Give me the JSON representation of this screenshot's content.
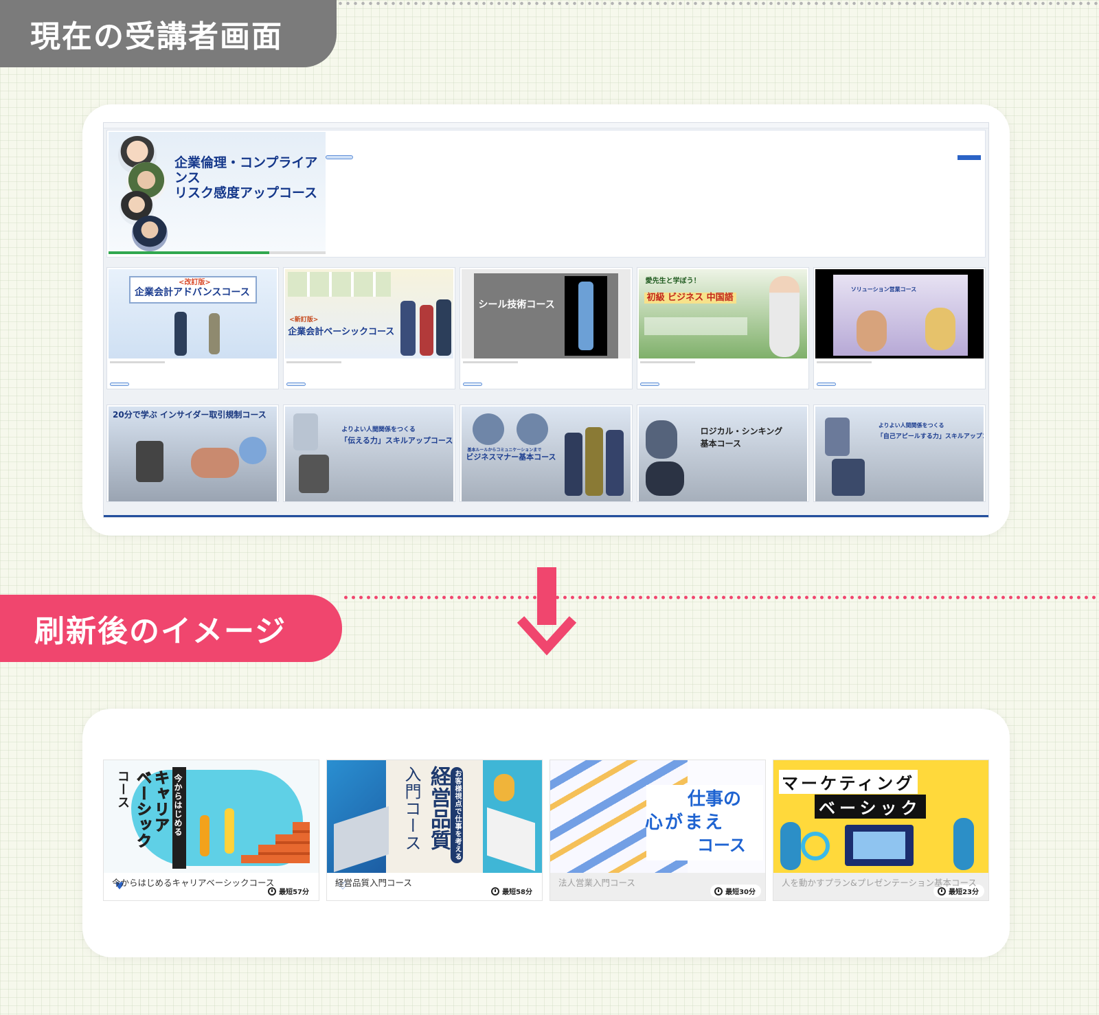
{
  "labels": {
    "current": "現在の受講者画面",
    "new": "刷新後のイメージ"
  },
  "colors": {
    "grey_label": "#7b7b7b",
    "pink_accent": "#f0466e",
    "link_blue": "#2b63c6"
  },
  "old_ui": {
    "hero": {
      "title_line1": "企業倫理・コンプライアンス",
      "title_line2": "リスク感度アップコース"
    },
    "row1": [
      {
        "line1": "<改訂版>",
        "line2": "企業会計アドバンスコース"
      },
      {
        "line1": "<新訂版>",
        "line2": "企業会計ベーシックコース"
      },
      {
        "line1": "",
        "line2": "シール技術コース"
      },
      {
        "line1": "愛先生と学ぼう！",
        "line2": "初級 ビジネス 中国語"
      },
      {
        "line1": "",
        "line2": "ソリューション営業コース"
      }
    ],
    "row2": [
      {
        "line1": "20分で学ぶ インサイダー取引規制コース",
        "line2": ""
      },
      {
        "line1": "よりよい人間関係をつくる",
        "line2": "「伝える力」スキルアップコース"
      },
      {
        "line1": "基本ルールからコミュニケーションまで",
        "line2": "ビジネスマナー基本コース"
      },
      {
        "line1": "ロジカル・シンキング",
        "line2": "基本コース"
      },
      {
        "line1": "よりよい人間関係をつくる",
        "line2": "「自己アピールする力」スキルアップコース"
      }
    ]
  },
  "new_ui": {
    "courses": [
      {
        "title": "今からはじめるキャリアベーシックコース",
        "duration": "最短57分",
        "img_small": "今からはじめる",
        "img_big1": "キャリア",
        "img_big2": "ベーシック",
        "img_big3": "コース",
        "heart_icon": "heart-filled-icon"
      },
      {
        "title": "経営品質入門コース",
        "duration": "最短58分",
        "img_big1": "経営品質",
        "img_big2": "入門コース",
        "img_small": "お客様視点で仕事を考える",
        "heart_icon": "heart-outline-icon"
      },
      {
        "title": "法人営業入門コース",
        "duration": "最短30分",
        "img_big1": "仕事の",
        "img_big2": "心がまえ",
        "img_big3": "コース"
      },
      {
        "title": "人を動かすプラン&プレゼンテーション基本コース",
        "duration": "最短23分",
        "img_big1": "マーケティング",
        "img_big2": "ベーシック"
      }
    ]
  }
}
